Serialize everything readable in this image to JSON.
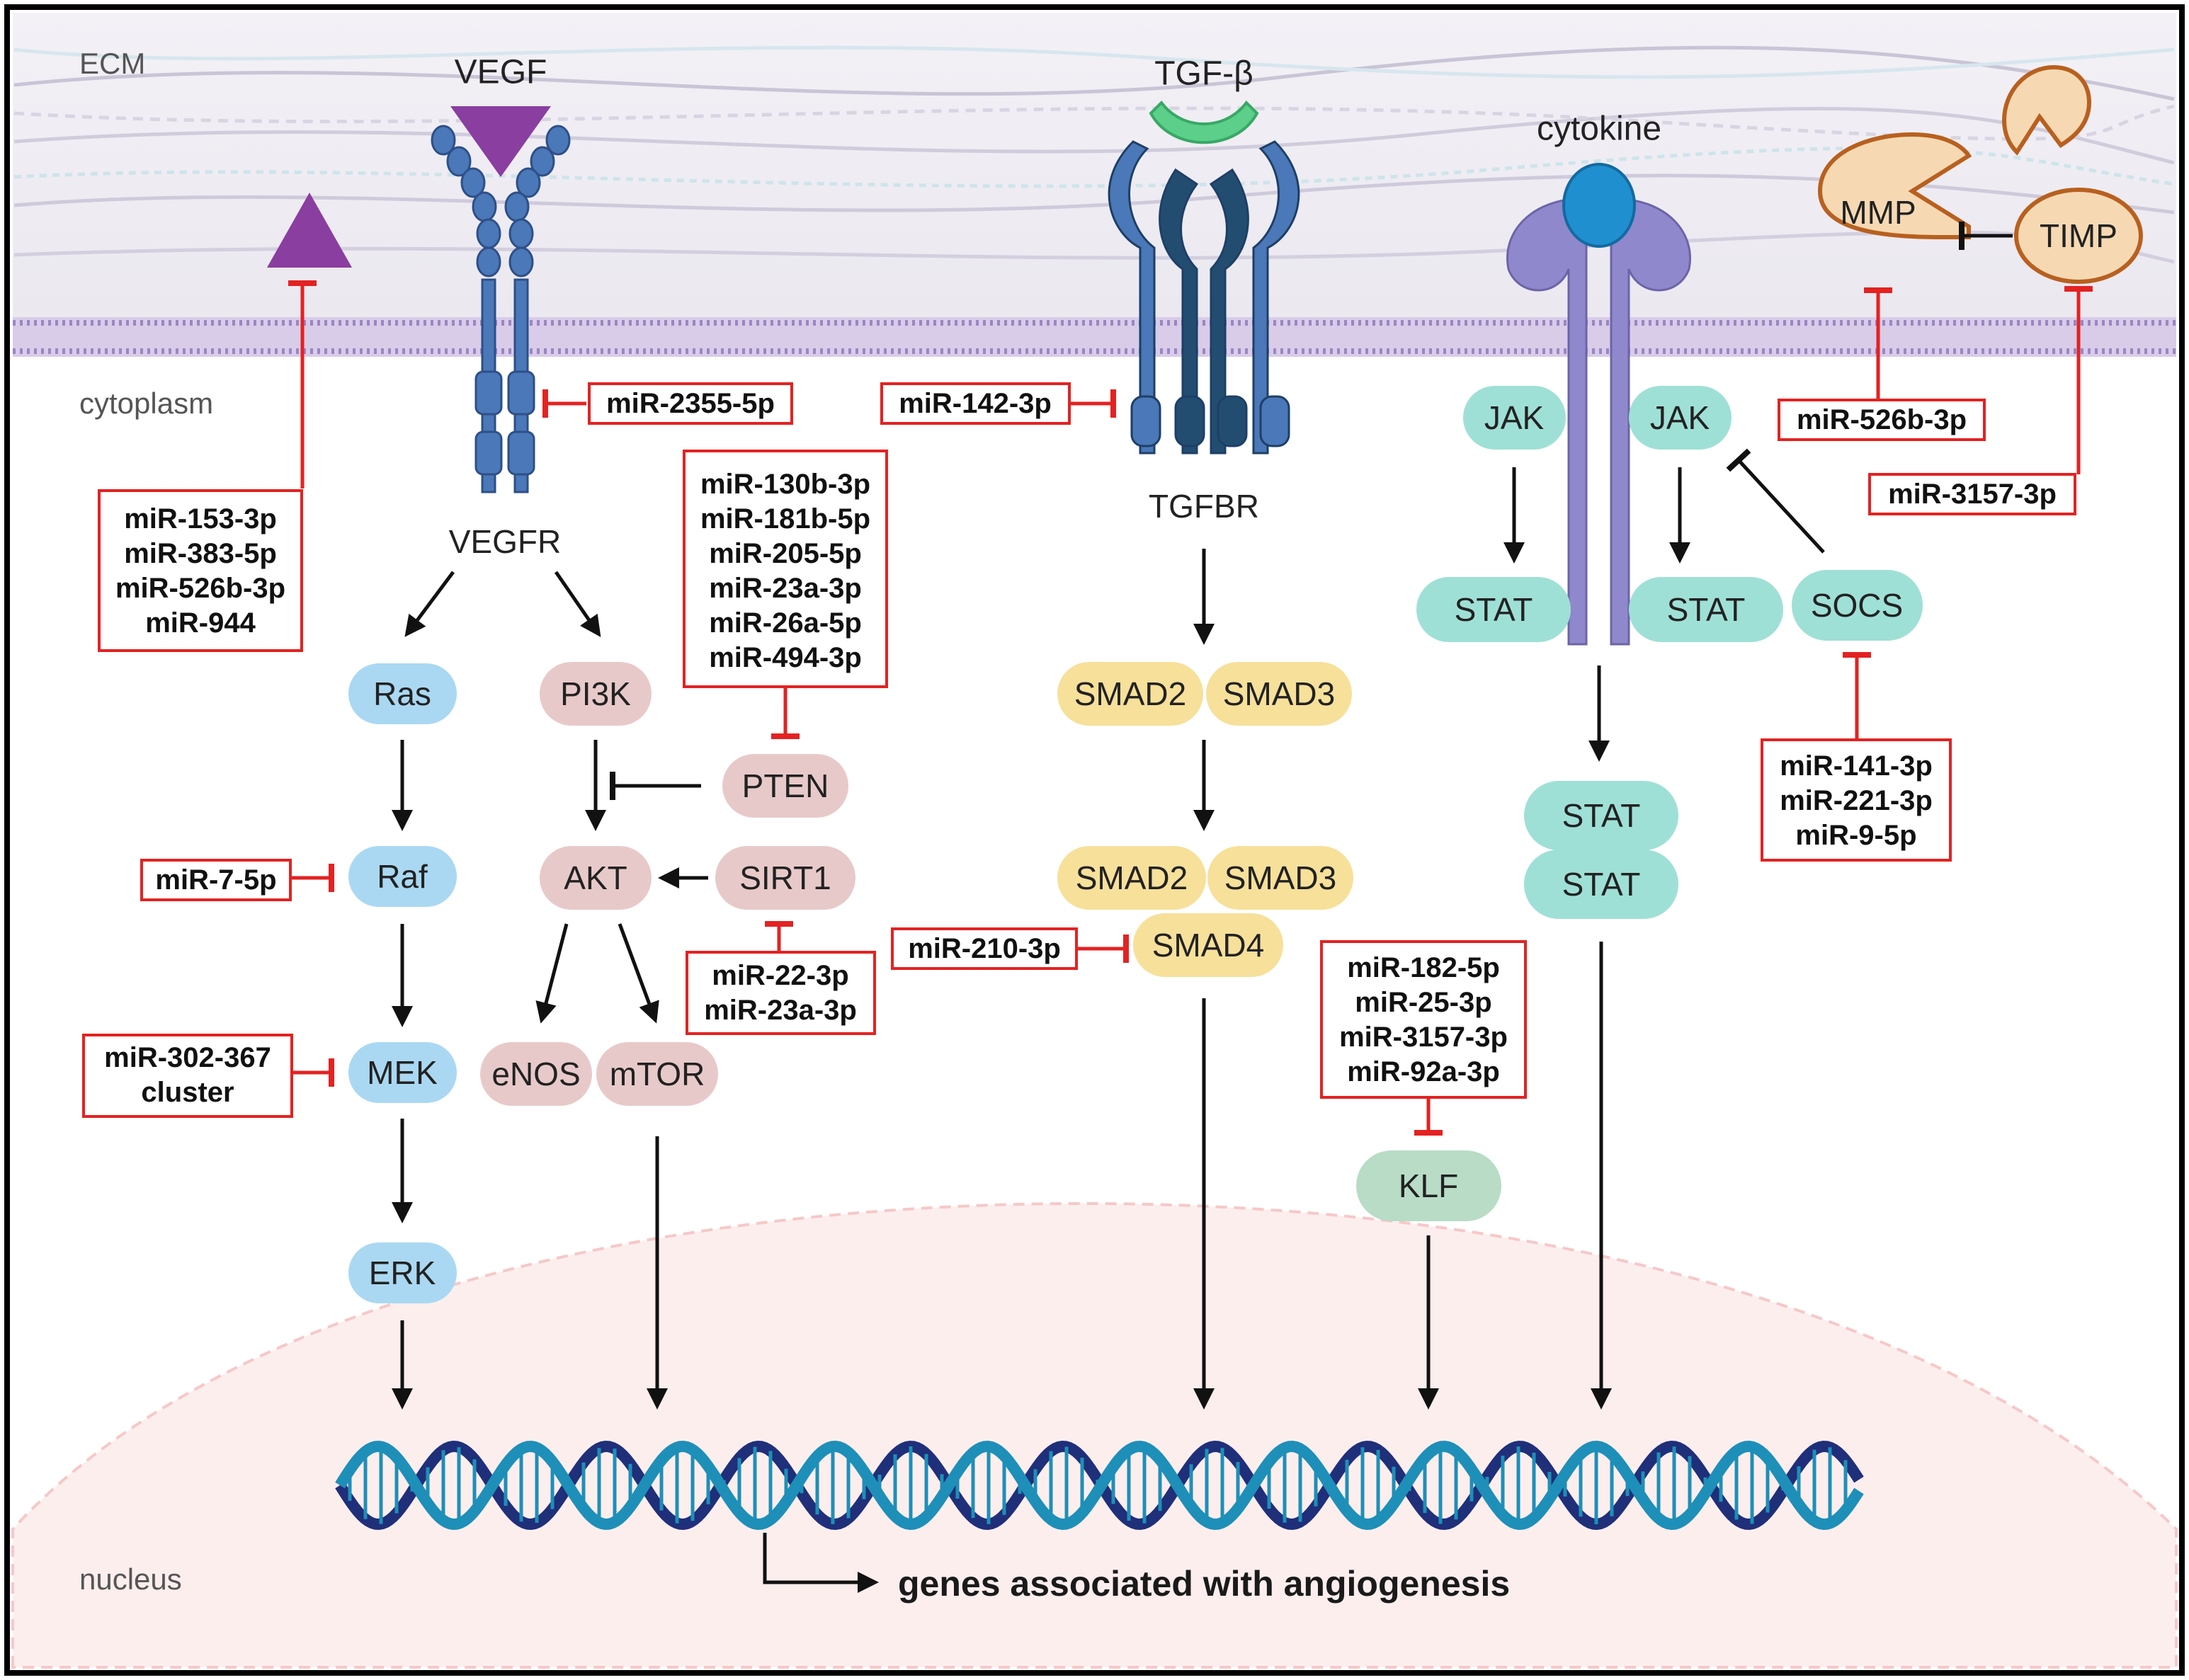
{
  "regions": {
    "ecm": "ECM",
    "cytoplasm": "cytoplasm",
    "nucleus": "nucleus"
  },
  "ligands": {
    "vegf": "VEGF",
    "tgfb": "TGF-β",
    "cytokine": "cytokine"
  },
  "receptors": {
    "vegfr": "VEGFR",
    "tgfbr": "TGFBR"
  },
  "nodes": {
    "ras": "Ras",
    "raf": "Raf",
    "mek": "MEK",
    "erk": "ERK",
    "pi3k": "PI3K",
    "akt": "AKT",
    "pten": "PTEN",
    "sirt1": "SIRT1",
    "enos": "eNOS",
    "mtor": "mTOR",
    "smad2_top": "SMAD2",
    "smad3_top": "SMAD3",
    "smad2_bottom": "SMAD2",
    "smad3_bottom": "SMAD3",
    "smad4": "SMAD4",
    "jak_left": "JAK",
    "jak_right": "JAK",
    "stat_left": "STAT",
    "stat_right": "STAT",
    "stat_dimer_top": "STAT",
    "stat_dimer_bottom": "STAT",
    "socs": "SOCS",
    "klf": "KLF",
    "mmp": "MMP",
    "timp": "TIMP"
  },
  "mirna_boxes": {
    "vegf_ligand": [
      "miR-153-3p",
      "miR-383-5p",
      "miR-526b-3p",
      "miR-944"
    ],
    "vegfr": [
      "miR-2355-5p"
    ],
    "tgfbr": [
      "miR-142-3p"
    ],
    "pten": [
      "miR-130b-3p",
      "miR-181b-5p",
      "miR-205-5p",
      "miR-23a-3p",
      "miR-26a-5p",
      "miR-494-3p"
    ],
    "raf": [
      "miR-7-5p"
    ],
    "mek": [
      "miR-302-367",
      "cluster"
    ],
    "sirt1": [
      "miR-22-3p",
      "miR-23a-3p"
    ],
    "smad4": [
      "miR-210-3p"
    ],
    "klf": [
      "miR-182-5p",
      "miR-25-3p",
      "miR-3157-3p",
      "miR-92a-3p"
    ],
    "mmp": [
      "miR-526b-3p"
    ],
    "timp": [
      "miR-3157-3p"
    ],
    "socs": [
      "miR-141-3p",
      "miR-221-3p",
      "miR-9-5p"
    ]
  },
  "output_label": "genes associated with angiogenesis",
  "colors": {
    "ras_pathway": "#aad8f2",
    "pi3k_pathway": "#e8c9c9",
    "smad": "#f7e09a",
    "jak_stat": "#9fe0d6",
    "klf": "#b8dcc6",
    "mmp": "#f6d9b3",
    "inhibit_line": "#e32222",
    "vegf_ligand": "#8a3ea0",
    "dna_dark": "#1f2f7a",
    "dna_light": "#1e8fb8"
  }
}
